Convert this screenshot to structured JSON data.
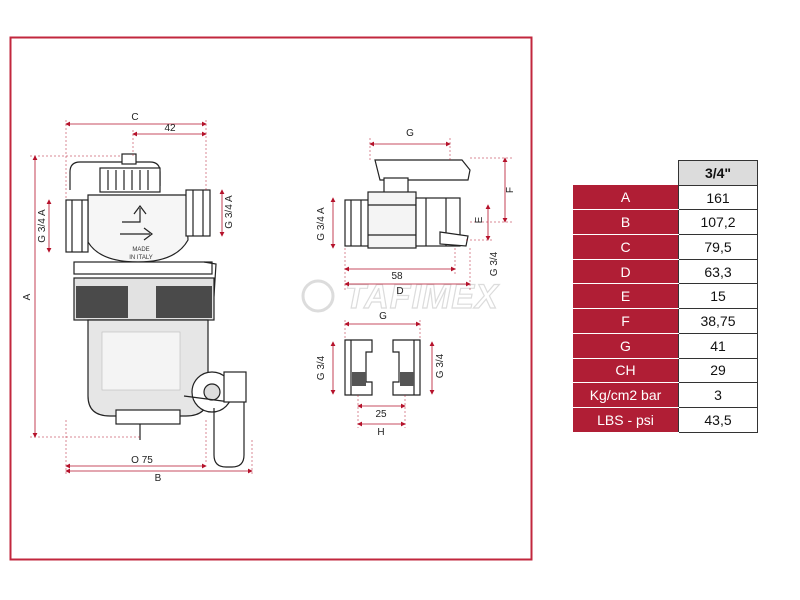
{
  "watermark": "TAFIMEX",
  "drawing": {
    "main": {
      "dim_c": "C",
      "dim_42": "42",
      "dim_a": "A",
      "thread_left": "G 3/4 A",
      "thread_right": "G 3/4 A",
      "made_line1": "MADE",
      "made_line2": "IN ITALY",
      "dim_diameter": "O 75",
      "dim_b": "B"
    },
    "side": {
      "dim_g": "G",
      "thread_left": "G 3/4 A",
      "dim_f": "F",
      "dim_e": "E",
      "thread_right": "G 3/4",
      "dim_58": "58",
      "dim_d": "D"
    },
    "fittings": {
      "dim_g": "G",
      "thread_left": "G 3/4",
      "thread_right": "G 3/4",
      "dim_25": "25",
      "dim_h": "H"
    }
  },
  "table": {
    "header": "3/4\"",
    "rows": [
      {
        "label": "A",
        "value": "161"
      },
      {
        "label": "B",
        "value": "107,2"
      },
      {
        "label": "C",
        "value": "79,5"
      },
      {
        "label": "D",
        "value": "63,3"
      },
      {
        "label": "E",
        "value": "15"
      },
      {
        "label": "F",
        "value": "38,75"
      },
      {
        "label": "G",
        "value": "41"
      },
      {
        "label": "CH",
        "value": "29"
      },
      {
        "label": "Kg/cm2 bar",
        "value": "3"
      },
      {
        "label": "LBS - psi",
        "value": "43,5"
      }
    ]
  },
  "colors": {
    "frame": "#c2273d",
    "row_label_bg": "#b01e35",
    "header_bg": "#dcdcdc",
    "dimension_lines": "#b5122b"
  }
}
